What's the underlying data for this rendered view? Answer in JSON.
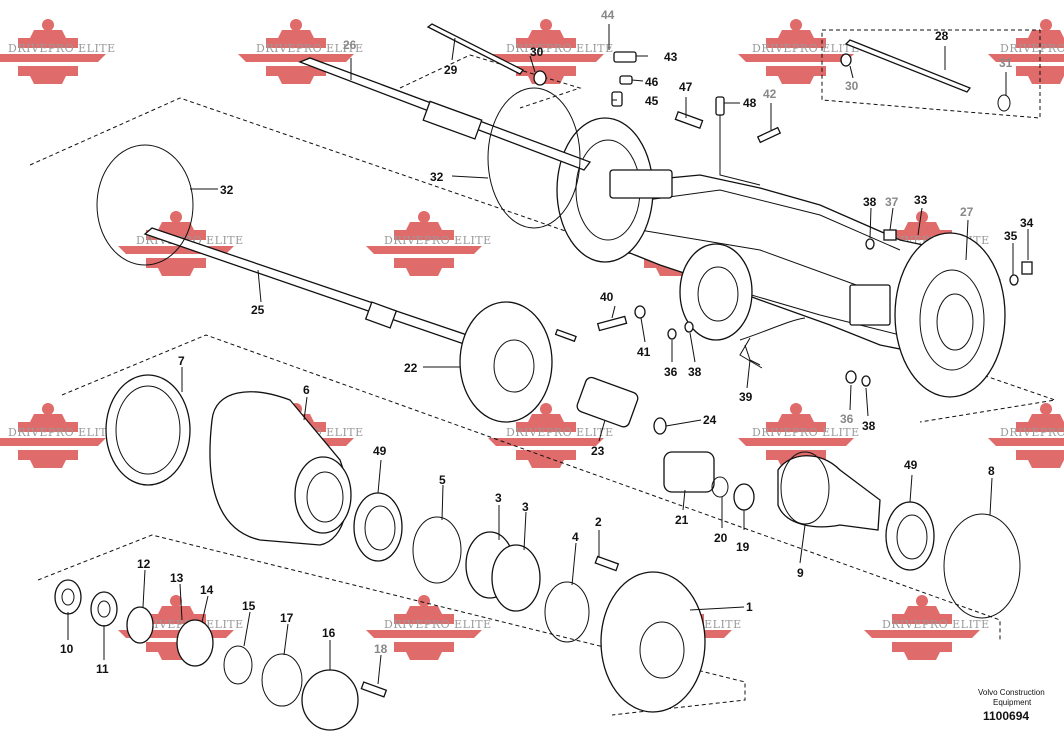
{
  "watermark": {
    "text": "DRIVEPRO ELITE",
    "color": "#e06b6b"
  },
  "callouts": {
    "c1": "1",
    "c2": "2",
    "c3a": "3",
    "c3b": "3",
    "c4": "4",
    "c5": "5",
    "c6": "6",
    "c7": "7",
    "c8": "8",
    "c9": "9",
    "c10": "10",
    "c11": "11",
    "c12": "12",
    "c13": "13",
    "c14": "14",
    "c15": "15",
    "c16": "16",
    "c17": "17",
    "c18": "18",
    "c19": "19",
    "c20": "20",
    "c21": "21",
    "c22": "22",
    "c23": "23",
    "c24": "24",
    "c25": "25",
    "c26": "26",
    "c27": "27",
    "c28": "28",
    "c29": "29",
    "c30a": "30",
    "c30b": "30",
    "c31": "31",
    "c32a": "32",
    "c32b": "32",
    "c33": "33",
    "c34": "34",
    "c35": "35",
    "c36a": "36",
    "c36b": "36",
    "c37": "37",
    "c38a": "38",
    "c38b": "38",
    "c38c": "38",
    "c39": "39",
    "c40": "40",
    "c41": "41",
    "c42": "42",
    "c43": "43",
    "c44": "44",
    "c45": "45",
    "c46": "46",
    "c47": "47",
    "c48": "48",
    "c49a": "49",
    "c49b": "49"
  },
  "footer": {
    "brand_line1": "Volvo Construction",
    "brand_line2": "Equipment",
    "drawing_number": "1100694"
  }
}
